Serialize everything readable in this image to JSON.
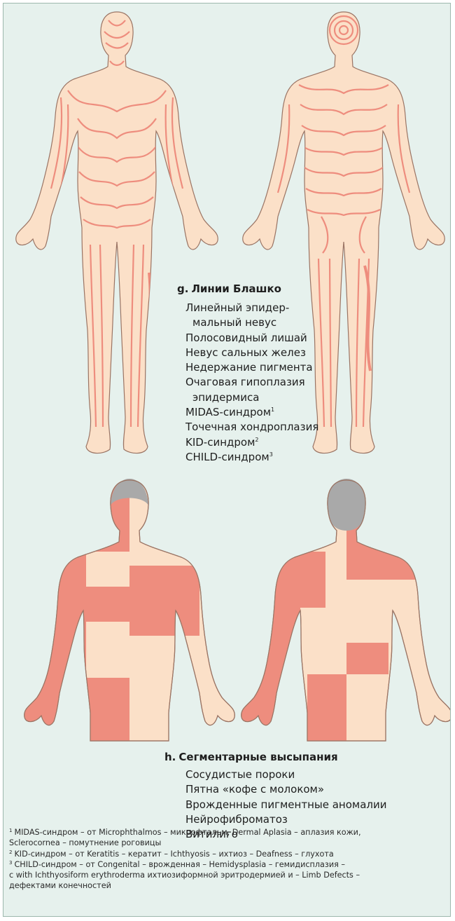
{
  "colors": {
    "panel_bg": "#e6f1ed",
    "skin": "#fbe0c8",
    "outline": "#9a7464",
    "lesion": "#ee8d7e",
    "hair": "#a9a9a9"
  },
  "section_g": {
    "letter": "g.",
    "title": "Линии Блашко",
    "items": [
      {
        "text": "Линейный эпидер-"
      },
      {
        "text": "мальный невус"
      },
      {
        "text": "Полосовидный лишай"
      },
      {
        "text": "Невус сальных желез"
      },
      {
        "text": "Недержание пигмента"
      },
      {
        "text": "Очаговая гипоплазия"
      },
      {
        "text": "эпидермиса"
      },
      {
        "text": "MIDAS-синдром",
        "sup": "1"
      },
      {
        "text": "Точечная хондроплазия"
      },
      {
        "text": "KID-синдром",
        "sup": "2"
      },
      {
        "text": "CHILD-синдром",
        "sup": "3"
      }
    ]
  },
  "section_h": {
    "letter": "h.",
    "title": "Сегментарные высыпания",
    "items": [
      {
        "text": "Сосудистые пороки"
      },
      {
        "text": "Пятна «кофе с молоком»"
      },
      {
        "text": "Врожденные пигментные аномалии"
      },
      {
        "text": "Нейрофиброматоз"
      },
      {
        "text": "Витилиго"
      }
    ]
  },
  "footnotes": [
    {
      "num": "1",
      "line1": "MIDAS-синдром – от Microphthalmos – микрофтальм, Dermal Aplasia – аплазия кожи,",
      "line2": "Sclerocornea – помутнение роговицы"
    },
    {
      "num": "2",
      "line1": "KID-синдром – от Keratitis – кератит – Ichthyosis – ихтиоз – Deafness – глухота"
    },
    {
      "num": "3",
      "line1": "CHILD-синдром – от Congenital – врожденная – Hemidysplasia – гемидисплазия –",
      "line2": "с with Ichthyosiform erythroderma ихтиозиформной эритродермией и – Limb Defects –",
      "line3": "дефектами конечностей"
    }
  ]
}
